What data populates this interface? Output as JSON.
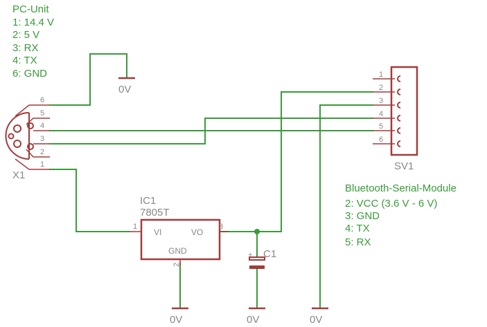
{
  "pc_unit": {
    "title": "PC-Unit",
    "lines": [
      "1: 14.4 V",
      "2: 5 V",
      "3: RX",
      "4: TX",
      "6: GND"
    ]
  },
  "bt_module": {
    "title": "Bluetooth-Serial-Module",
    "lines": [
      "2: VCC (3.6 V - 6 V)",
      "3: GND",
      "4: TX",
      "5: RX"
    ]
  },
  "x1": {
    "name": "X1",
    "pins": [
      "6",
      "5",
      "4",
      "3",
      "2",
      "1"
    ]
  },
  "sv1": {
    "name": "SV1",
    "pins": [
      "1",
      "2",
      "3",
      "4",
      "5",
      "6"
    ]
  },
  "ic1": {
    "name": "IC1",
    "value": "7805T",
    "vi": "VI",
    "vo": "VO",
    "gnd": "GND",
    "pin_vi": "1",
    "pin_gnd": "2",
    "pin_vo": "3"
  },
  "c1": {
    "name": "C1",
    "polarity": "+"
  },
  "ground_label": "0V"
}
